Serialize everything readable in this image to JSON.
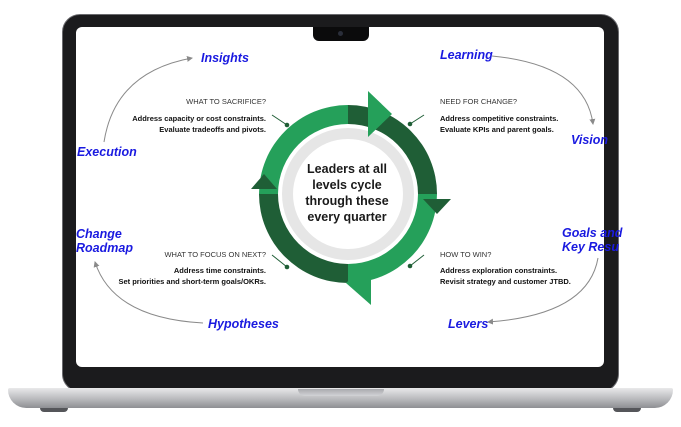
{
  "center": {
    "lines": [
      "Leaders at all",
      "levels cycle",
      "through these",
      "every quarter"
    ]
  },
  "labels": {
    "insights": "Insights",
    "learning": "Learning",
    "execution": "Execution",
    "vision": "Vision",
    "change_roadmap_1": "Change",
    "change_roadmap_2": "Roadmap",
    "goals_1": "Goals and",
    "goals_2": "Key Resu",
    "hypotheses": "Hypotheses",
    "levers": "Levers"
  },
  "quadrants": {
    "top_left": {
      "heading": "WHAT TO SACRIFICE?",
      "lines": [
        "Address capacity or cost constraints.",
        "Evaluate tradeoffs and pivots."
      ]
    },
    "top_right": {
      "heading": "NEED FOR CHANGE?",
      "lines": [
        "Address competitive constraints.",
        "Evaluate KPIs and parent goals."
      ]
    },
    "bottom_left": {
      "heading": "WHAT TO FOCUS ON NEXT?",
      "lines": [
        "Address time constraints.",
        "Set priorities and short-term goals/OKRs."
      ]
    },
    "bottom_right": {
      "heading": "HOW TO WIN?",
      "lines": [
        "Address exploration constraints.",
        "Revisit strategy and customer JTBD."
      ]
    }
  },
  "colors": {
    "dark_green": "#1f5e36",
    "light_green": "#25a05a",
    "label_blue": "#1a1ae0"
  }
}
